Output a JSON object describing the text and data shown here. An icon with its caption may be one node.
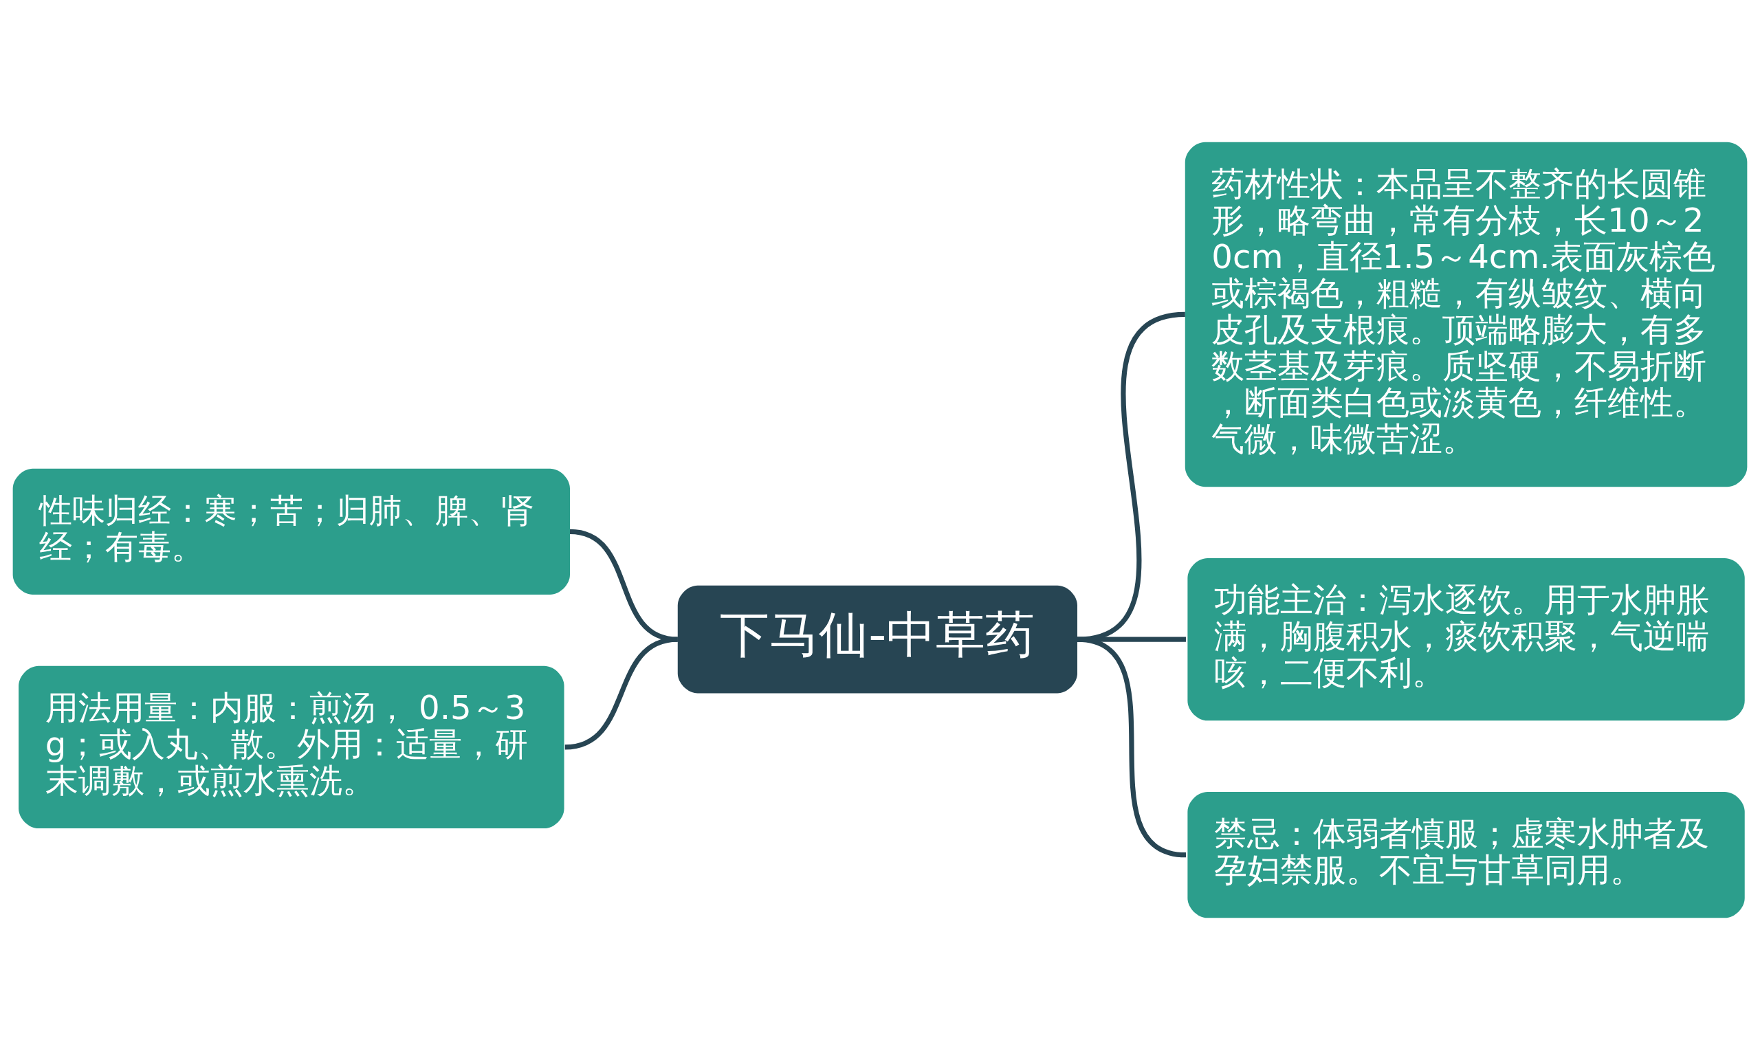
{
  "diagram": {
    "nodes": [
      {
        "text": [
          "下马仙-中草药"
        ]
      },
      {
        "text": [
          "性味归经：寒；苦；归肺、脾、肾经；有毒。"
        ]
      },
      {
        "text": [
          "用法用量：内服：煎汤， 0.5～3g；或入丸、散。外用：适量，研末调敷，或煎水熏洗。"
        ]
      },
      {
        "text": [
          "药材性状：本品呈不整齐的长圆锥形，略弯曲，常有分枝，长10～20cm，直径1.5～4cm.表面灰棕色或棕褐色，粗糙，有纵皱纹、横向皮孔及支根痕。顶端略膨大，有多数茎基及芽痕。质坚硬，不易折断，断面类白色或淡黄色，纤维性。气微，味微苦涩。"
        ]
      },
      {
        "text": [
          "功能主治：泻水逐饮。用于水肿胀满，胸腹积水，痰饮积聚，气逆喘咳，二便不利。"
        ]
      },
      {
        "text": [
          "禁忌：体弱者慎服；虚寒水肿者及孕妇禁服。不宜与甘草同用。"
        ]
      }
    ],
    "edges": [
      {
        "from": 1,
        "to": 0,
        "arrow": "none"
      },
      {
        "from": 2,
        "to": 0,
        "arrow": "none"
      },
      {
        "from": 0,
        "to": 3,
        "arrow": "none"
      },
      {
        "from": 0,
        "to": 4,
        "arrow": "none"
      },
      {
        "from": 0,
        "to": 5,
        "arrow": "none"
      }
    ]
  }
}
